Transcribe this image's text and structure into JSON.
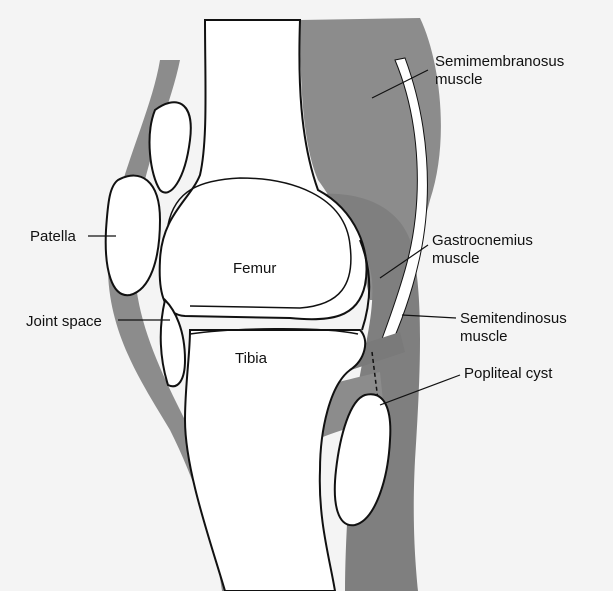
{
  "labels": {
    "semimembranosus": {
      "line1": "Semimembranosus",
      "line2": "muscle"
    },
    "gastrocnemius": {
      "line1": "Gastrocnemius",
      "line2": "muscle"
    },
    "semitendinosus": {
      "line1": "Semitendinosus",
      "line2": "muscle"
    },
    "popliteal_cyst": "Popliteal cyst",
    "patella": "Patella",
    "joint_space": "Joint space",
    "femur": "Femur",
    "tibia": "Tibia"
  },
  "colors": {
    "background": "#f4f4f4",
    "muscle": "#8c8c8c",
    "muscle_dark": "#7a7a7a",
    "bone": "#ffffff",
    "outline": "#111111"
  }
}
